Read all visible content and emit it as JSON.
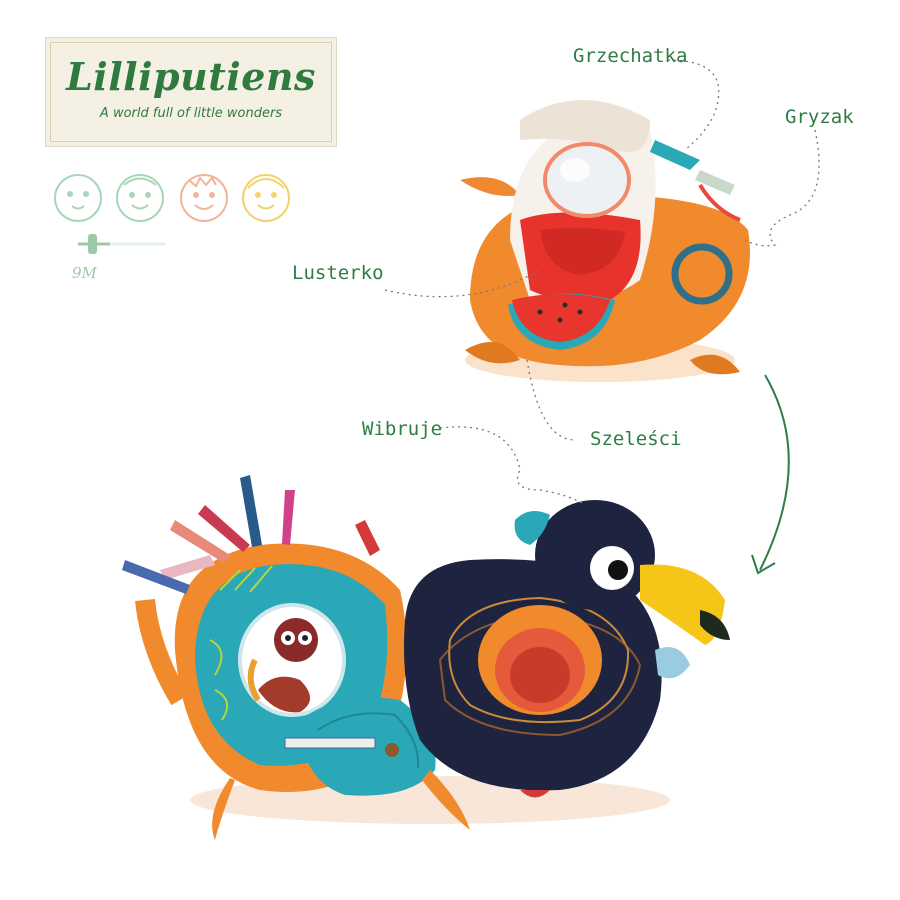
{
  "brand": {
    "name": "Lilliputiens",
    "tagline": "A world full of little wonders"
  },
  "age_indicator": {
    "label": "9M",
    "faces": [
      "baby-face-icon",
      "toddler-face-icon",
      "child-face-icon",
      "kid-face-icon"
    ],
    "selected_index": 0
  },
  "labels": {
    "rattle": "Grzechatka",
    "teether": "Gryzak",
    "mirror": "Lusterko",
    "vibrates": "Wibruje",
    "crinkles": "Szeleści"
  },
  "colors": {
    "brand_green": "#2f7a3e",
    "label_green": "#2e7d45",
    "toy_orange": "#f08a2c",
    "toy_teal": "#2aa8b8",
    "toucan_navy": "#1e2440",
    "toucan_yellow": "#f5c518"
  }
}
